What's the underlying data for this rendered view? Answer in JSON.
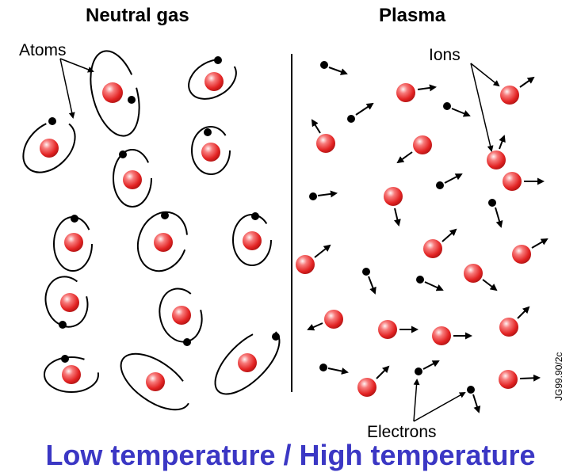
{
  "left_title": "Neutral gas",
  "right_title": "Plasma",
  "labels": {
    "atoms": "Atoms",
    "ions": "Ions",
    "electrons": "Electrons"
  },
  "figure_code": "JG99.90/2c",
  "footer": "Low temperature / High temperature",
  "colors": {
    "footer": "#3b37c4",
    "particle": "#e8202a",
    "electron": "#000000"
  }
}
